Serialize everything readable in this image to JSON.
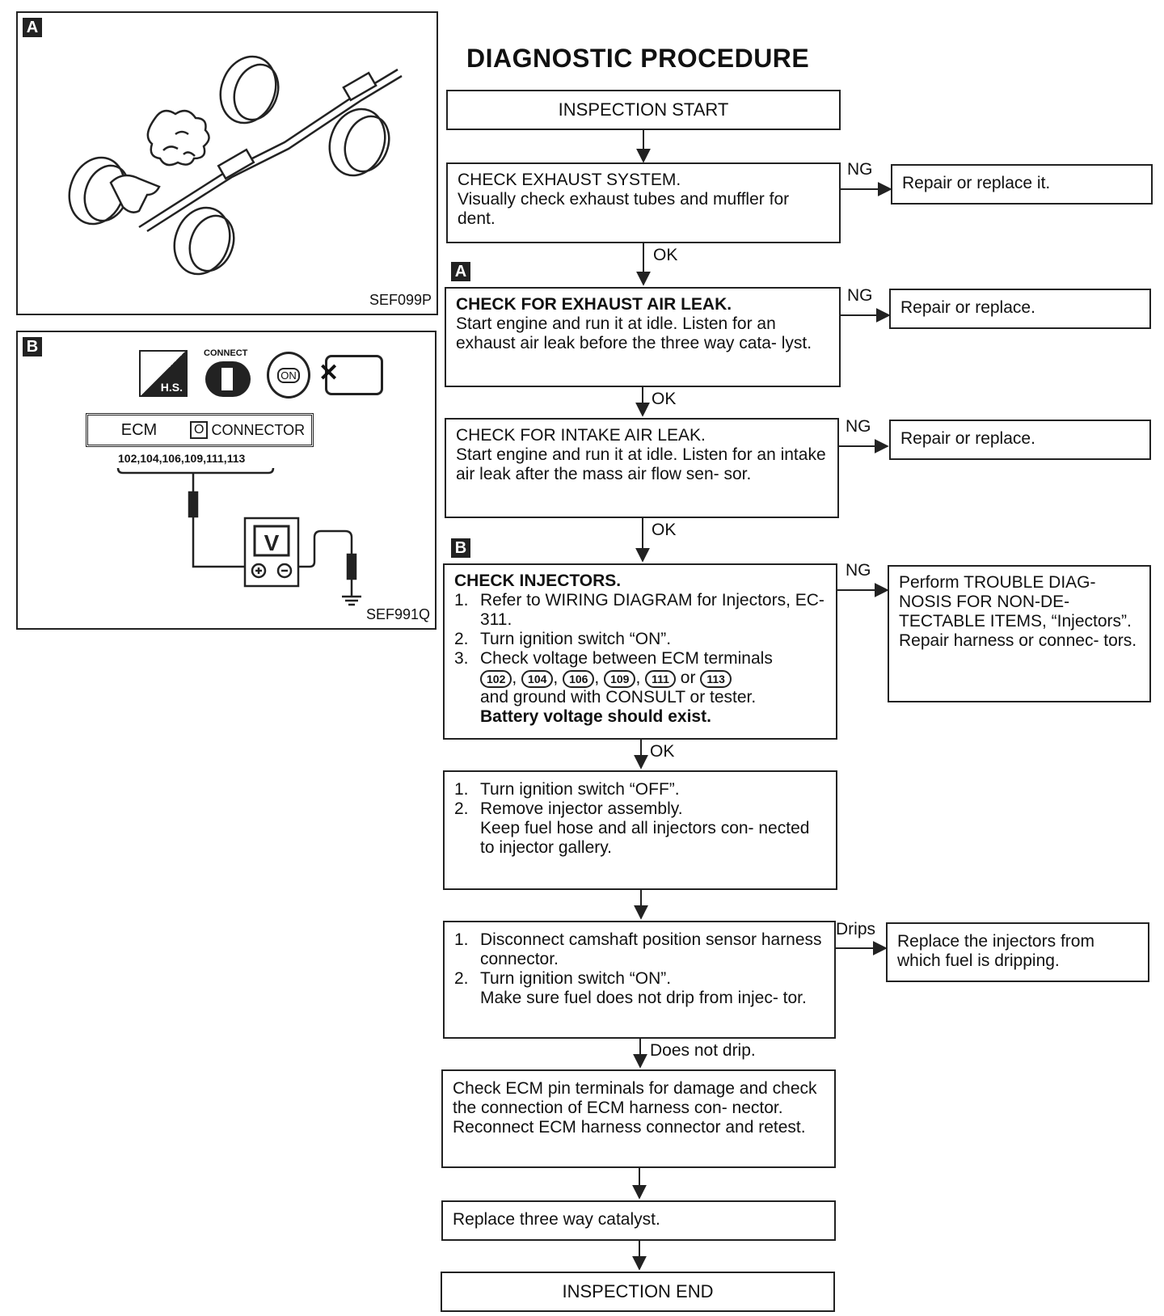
{
  "title": "DIAGNOSTIC PROCEDURE",
  "figures": {
    "a": {
      "tag": "A",
      "code": "SEF099P"
    },
    "b": {
      "tag": "B",
      "code": "SEF991Q",
      "connect_label": "CONNECT",
      "hs_label": "H.S.",
      "on_label": "ON",
      "ecm_label": "ECM",
      "o_label": "O",
      "connector_label": "CONNECTOR",
      "terminals": "102,104,106,109,111,113",
      "meter_label": "V"
    }
  },
  "flow": {
    "start": "INSPECTION START",
    "step1": {
      "title": "CHECK EXHAUST SYSTEM.",
      "body": "Visually check exhaust tubes and muffler for dent."
    },
    "step1_ng_result": "Repair or replace it.",
    "step2_tag": "A",
    "step2": {
      "title": "CHECK FOR EXHAUST AIR LEAK.",
      "body": "Start engine and run it at idle. Listen for an exhaust air leak before the three way cata- lyst."
    },
    "step2_ng_result": "Repair or replace.",
    "step3": {
      "title": "CHECK FOR INTAKE AIR LEAK.",
      "body": "Start engine and run it at idle. Listen for an intake air leak after the mass air flow sen- sor."
    },
    "step3_ng_result": "Repair or replace.",
    "step4_tag": "B",
    "step4": {
      "title": "CHECK INJECTORS.",
      "item1": "Refer to WIRING DIAGRAM for Injectors, EC-311.",
      "item2": "Turn ignition switch “ON”.",
      "item3": "Check voltage between ECM terminals",
      "terminals": [
        "102",
        "104",
        "106",
        "109",
        "111",
        "113"
      ],
      "or_text": "or",
      "item3_tail": "and ground with CONSULT or tester.",
      "note": "Battery voltage should exist."
    },
    "step4_ng_result": {
      "line1": "Perform TROUBLE DIAG- NOSIS FOR NON-DE- TECTABLE ITEMS, “Injectors”.",
      "line2": "Repair harness or connec- tors."
    },
    "step5": {
      "item1": "Turn ignition switch “OFF”.",
      "item2": "Remove injector assembly.",
      "item2_note": "Keep fuel hose and all injectors con- nected to injector gallery."
    },
    "step6": {
      "item1": "Disconnect camshaft position sensor harness connector.",
      "item2": "Turn ignition switch “ON”.",
      "item2_note": "Make sure fuel does not drip from injec- tor."
    },
    "step6_drips_result": "Replace the injectors from which fuel is dripping.",
    "step7": "Check ECM pin terminals for damage and check the connection of ECM harness con- nector. Reconnect ECM harness connector and retest.",
    "step8": "Replace three way catalyst.",
    "end": "INSPECTION END",
    "labels": {
      "ok": "OK",
      "ng": "NG",
      "drips": "Drips",
      "not_drip": "Does not drip.",
      "n1": "1.",
      "n2": "2.",
      "n3": "3."
    }
  }
}
